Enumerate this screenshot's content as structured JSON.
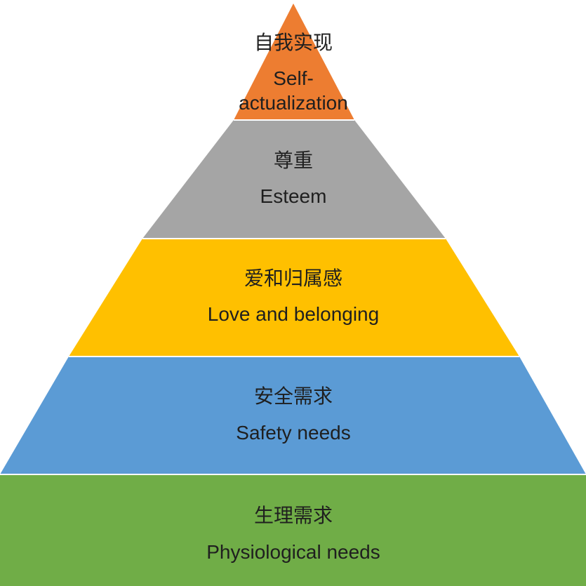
{
  "pyramid": {
    "levels": [
      {
        "zh": "自我实现",
        "en_line1": "Self-",
        "en_line2": "actualization",
        "color": "#ED7D31"
      },
      {
        "zh": "尊重",
        "en": "Esteem",
        "color": "#A5A5A5"
      },
      {
        "zh": "爱和归属感",
        "en": "Love and belonging",
        "color": "#FFC000"
      },
      {
        "zh": "安全需求",
        "en": "Safety needs",
        "color": "#5B9BD5"
      },
      {
        "zh": "生理需求",
        "en": "Physiological needs",
        "color": "#70AD47"
      }
    ]
  }
}
